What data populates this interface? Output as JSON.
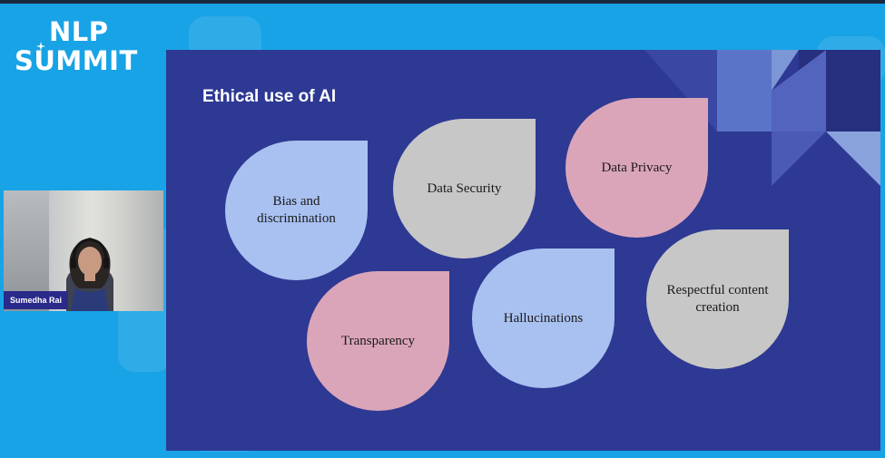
{
  "brand": {
    "line1": "NLP",
    "line2": "SUMMIT"
  },
  "speaker": {
    "name": "Sumedha Rai"
  },
  "slide": {
    "title": "Ethical use of AI",
    "items": [
      {
        "label": "Bias and discrimination",
        "color": "#a9c1f1"
      },
      {
        "label": "Data Security",
        "color": "#c7c7c7"
      },
      {
        "label": "Data Privacy",
        "color": "#dba5b9"
      },
      {
        "label": "Transparency",
        "color": "#dba5b9"
      },
      {
        "label": "Hallucinations",
        "color": "#a9c1f1"
      },
      {
        "label": "Respectful content creation",
        "color": "#c7c7c7"
      }
    ]
  },
  "colors": {
    "page_background": "#18a3e6",
    "slide_background": "#2d3993",
    "name_tag": "#2a2a8a"
  }
}
